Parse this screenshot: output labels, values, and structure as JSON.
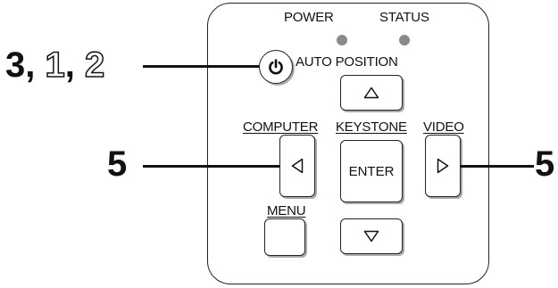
{
  "labels": {
    "power": "POWER",
    "status": "STATUS",
    "auto_position": "AUTO POSITION",
    "computer": "COMPUTER",
    "keystone": "KEYSTONE",
    "video": "VIDEO",
    "menu": "MENU",
    "enter": "ENTER"
  },
  "callouts": {
    "power_steps": {
      "step_a": "3",
      "sep_a": ",",
      "step_b": "1",
      "sep_b": ",",
      "step_c": "2"
    },
    "left": "5",
    "right": "5"
  },
  "icons": {
    "power_button": "power-icon",
    "up_button": "triangle-up-icon",
    "left_button": "triangle-left-icon",
    "right_button": "triangle-right-icon",
    "down_button": "triangle-down-icon"
  },
  "colors": {
    "indicator": "#8a8a8a",
    "line": "#111111"
  }
}
